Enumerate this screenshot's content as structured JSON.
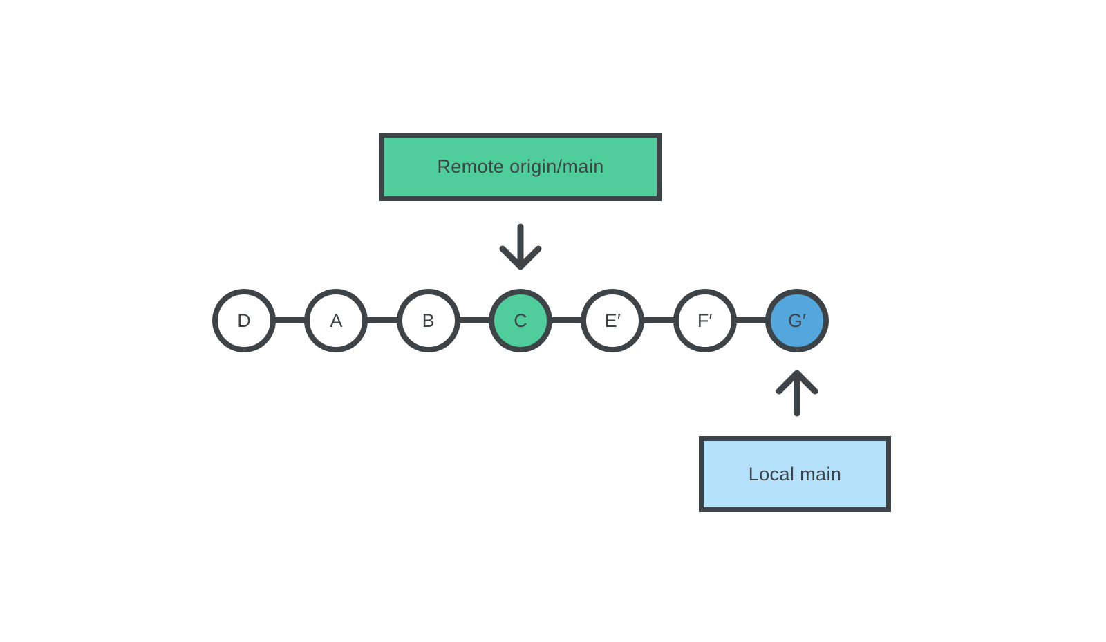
{
  "diagram": {
    "kind": "git-branch-diagram",
    "remote_branch": {
      "label": "Remote origin/main"
    },
    "local_branch": {
      "label": "Local main"
    },
    "commits": [
      {
        "id": "D",
        "label": "D",
        "variant": "default",
        "fill": "#FFFFFF"
      },
      {
        "id": "A",
        "label": "A",
        "variant": "default",
        "fill": "#FFFFFF"
      },
      {
        "id": "B",
        "label": "B",
        "variant": "default",
        "fill": "#FFFFFF"
      },
      {
        "id": "C",
        "label": "C",
        "variant": "remote-head",
        "fill": "#4FCD9B"
      },
      {
        "id": "E'",
        "label": "E′",
        "variant": "default",
        "fill": "#FFFFFF"
      },
      {
        "id": "F'",
        "label": "F′",
        "variant": "default",
        "fill": "#FFFFFF"
      },
      {
        "id": "G'",
        "label": "G′",
        "variant": "local-head",
        "fill": "#53A7DC"
      }
    ],
    "colors": {
      "stroke_dark": "#3E4347",
      "remote_green": "#4FCD9B",
      "local_head_blue": "#53A7DC",
      "local_box_blue": "#B6E1FB",
      "background": "#FFFFFF"
    }
  }
}
